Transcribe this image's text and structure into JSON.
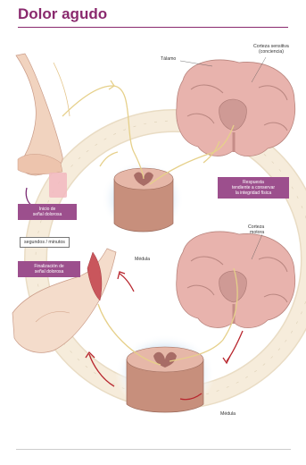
{
  "title": "Dolor agudo",
  "labels": {
    "talamo": "Tálamo",
    "corteza_sensitiva_1": "Corteza sensitiva",
    "corteza_sensitiva_2": "(conciencia)",
    "medula_upper": "Médula",
    "medula_lower": "Médula",
    "corteza_motora_1": "Corteza",
    "corteza_motora_2": "motora"
  },
  "boxes": {
    "inicio": [
      "Inicio de",
      "señal dolorosa"
    ],
    "respuesta": [
      "Respuesta",
      "tendiente a conservar",
      "la integridad física"
    ],
    "finalizacion": [
      "Finalización de",
      "señal dolorosa"
    ]
  },
  "time_label": "segundos / minutos",
  "colors": {
    "title": "#8a2a6e",
    "box_bg": "#9c4f8d",
    "brain_tissue": "#e8b3ad",
    "grey_matter": "#b98680",
    "ring": "#f3e7d3",
    "arrow": "#b8262e",
    "nerve": "#e6d08a",
    "skin": "#f1d3bf"
  }
}
